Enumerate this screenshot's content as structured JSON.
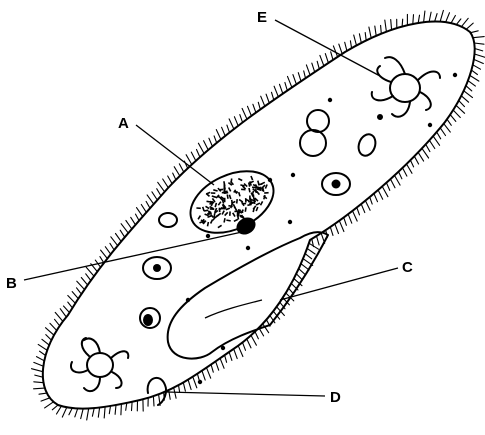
{
  "diagram": {
    "labels": {
      "a": "A",
      "b": "B",
      "c": "C",
      "d": "D",
      "e": "E"
    },
    "colors": {
      "ink": "#000000",
      "background": "#ffffff"
    }
  }
}
